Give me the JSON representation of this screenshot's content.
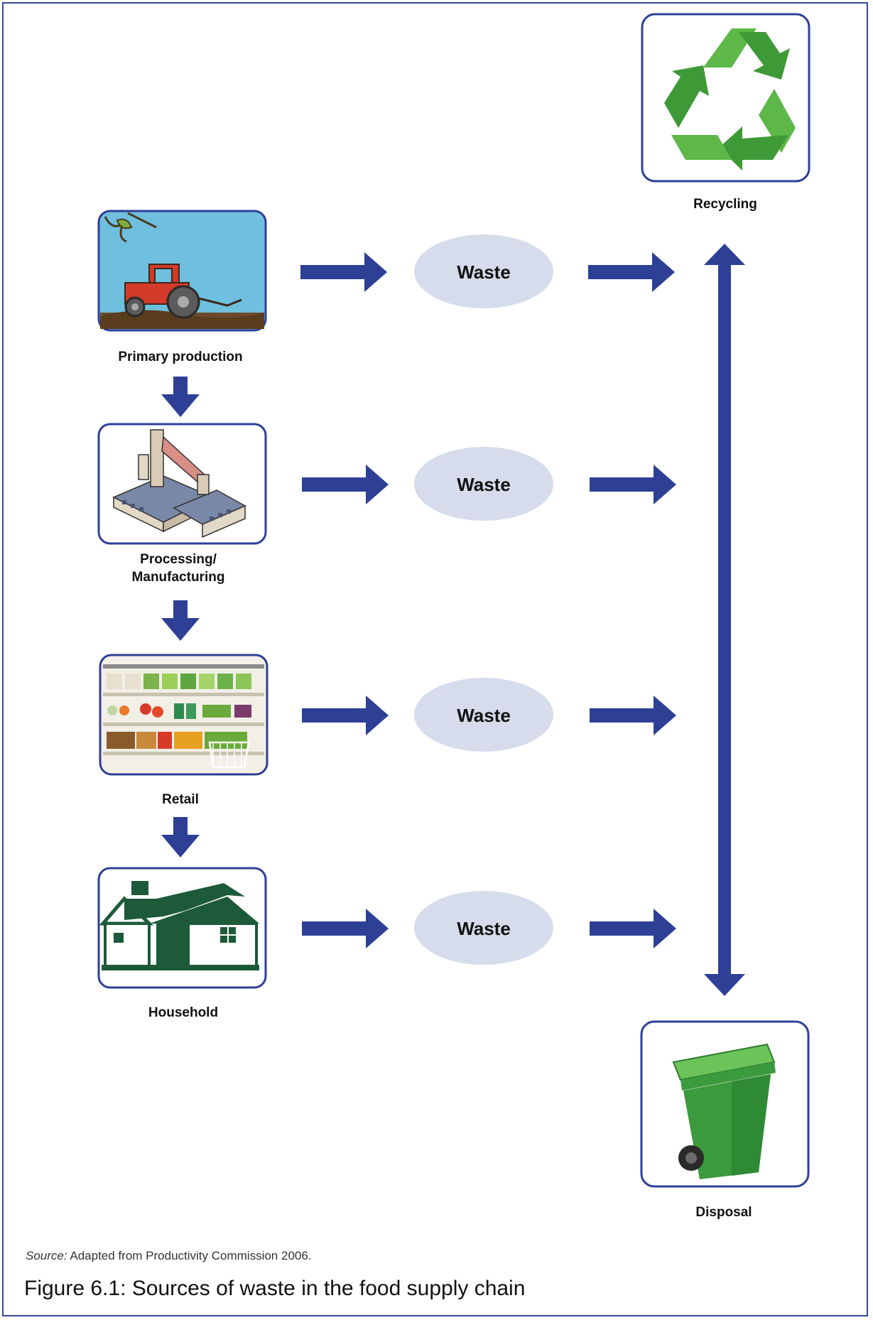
{
  "stages": [
    {
      "id": "primary",
      "label_lines": [
        "Primary production"
      ],
      "icon": "tractor-icon"
    },
    {
      "id": "processing",
      "label_lines": [
        "Processing/",
        "Manufacturing"
      ],
      "icon": "factory-icon"
    },
    {
      "id": "retail",
      "label_lines": [
        "Retail"
      ],
      "icon": "supermarket-shelves-icon"
    },
    {
      "id": "household",
      "label_lines": [
        "Household"
      ],
      "icon": "house-icon"
    }
  ],
  "waste_label": "Waste",
  "outcomes": {
    "recycling": {
      "label": "Recycling",
      "icon": "recycle-icon"
    },
    "disposal": {
      "label": "Disposal",
      "icon": "wheelie-bin-icon"
    }
  },
  "source": {
    "prefix": "Source:",
    "text": " Adapted from Productivity Commission 2006."
  },
  "caption": "Figure 6.1: Sources of waste in the food supply chain",
  "colors": {
    "arrow": "#2e3f96",
    "box_border": "#2e3f96",
    "waste_fill": "#d6dcec",
    "frame": "#3b4a9c",
    "recycle_green": "#4da83a",
    "bin_green": "#3c9a3e",
    "house_green": "#1d5a3a"
  }
}
